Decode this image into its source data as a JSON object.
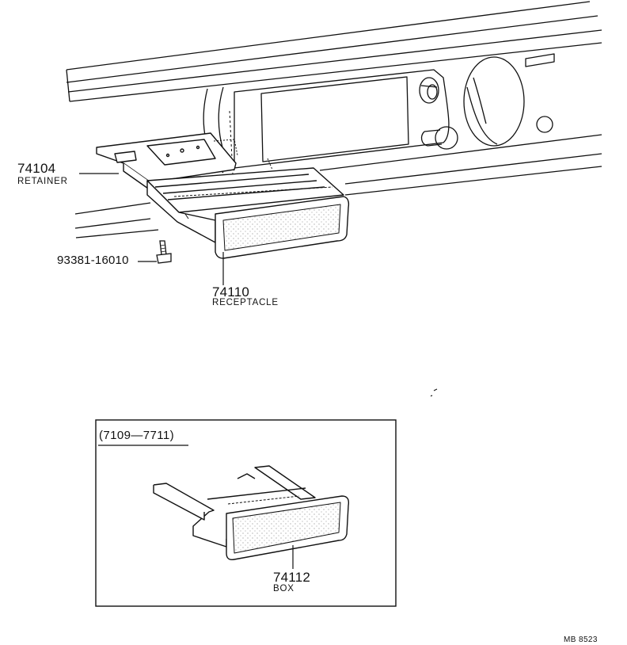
{
  "callouts": {
    "retainer": {
      "part_no": "74104",
      "name": "RETAINER"
    },
    "bolt": {
      "part_no": "93381-16010"
    },
    "receptacle": {
      "part_no": "74110",
      "name": "RECEPTACLE"
    },
    "box": {
      "part_no": "74112",
      "name": "BOX"
    }
  },
  "inset": {
    "title": "(7109—7711)"
  },
  "figure_code": "MB 8523"
}
